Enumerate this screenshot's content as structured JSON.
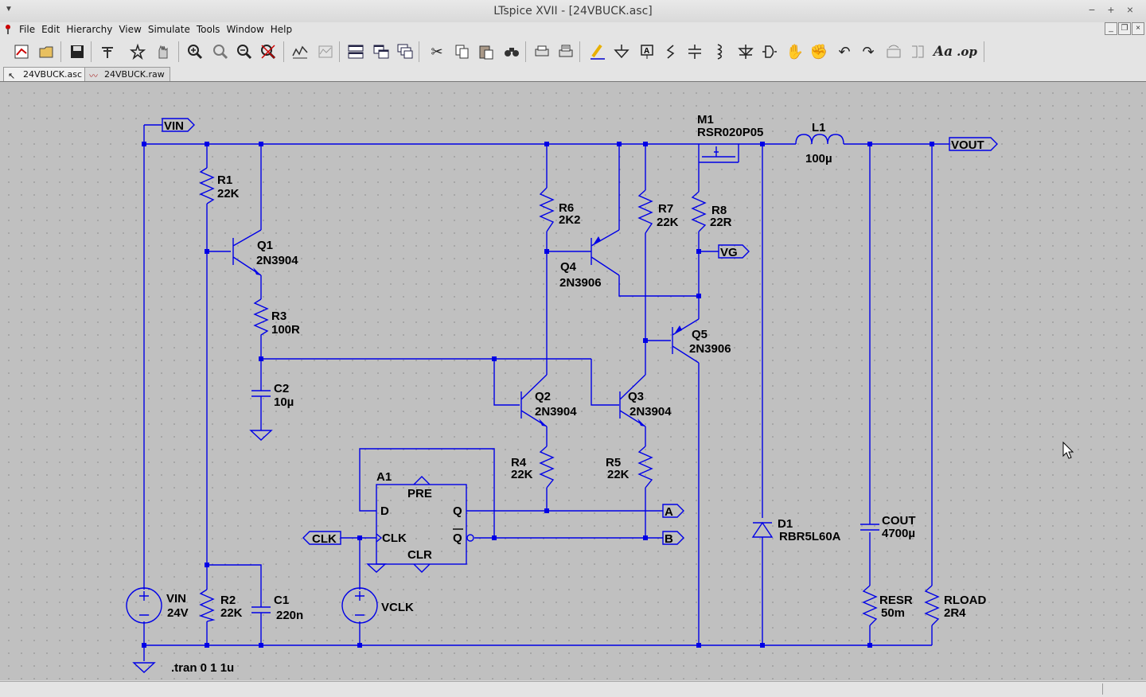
{
  "window": {
    "title": "LTspice XVII - [24VBUCK.asc]",
    "controls": [
      "−",
      "+",
      "×"
    ]
  },
  "menu": {
    "items": [
      "File",
      "Edit",
      "Hierarchy",
      "View",
      "Simulate",
      "Tools",
      "Window",
      "Help"
    ]
  },
  "toolbar": {
    "icons": [
      "new-schematic-icon",
      "open-icon",
      "save-icon",
      "control-panel-icon",
      "run-icon",
      "halt-icon",
      "zoom-in-icon",
      "zoom-pan-icon",
      "zoom-out-icon",
      "zoom-fit-icon",
      "autorange-icon",
      "waveform-icon",
      "tile-horizontal-icon",
      "tile-vertical-icon",
      "cascade-icon",
      "cut-icon",
      "copy-icon",
      "paste-icon",
      "find-icon",
      "print-setup-icon",
      "print-icon",
      "draw-wire-icon",
      "ground-icon",
      "label-net-icon",
      "resistor-icon",
      "capacitor-icon",
      "inductor-icon",
      "diode-icon",
      "component-icon",
      "move-icon",
      "drag-icon",
      "undo-icon",
      "redo-icon",
      "rotate-icon",
      "mirror-icon",
      "text-icon",
      "spice-directive-icon"
    ]
  },
  "tabs": [
    {
      "label": "24VBUCK.asc",
      "icon": "schematic-icon",
      "active": true
    },
    {
      "label": "24VBUCK.raw",
      "icon": "waveform-icon",
      "active": false
    }
  ],
  "schematic": {
    "net_labels": {
      "vin": "VIN",
      "vout": "VOUT",
      "vg": "VG",
      "clk": "CLK",
      "a": "A",
      "b": "B"
    },
    "components": {
      "R1": {
        "name": "R1",
        "value": "22K"
      },
      "Q1": {
        "name": "Q1",
        "value": "2N3904"
      },
      "R3": {
        "name": "R3",
        "value": "100R"
      },
      "C2": {
        "name": "C2",
        "value": "10µ"
      },
      "R6": {
        "name": "R6",
        "value": "2K2"
      },
      "Q4": {
        "name": "Q4",
        "value": "2N3906"
      },
      "R7": {
        "name": "R7",
        "value": "22K"
      },
      "R8": {
        "name": "R8",
        "value": "22R"
      },
      "M1": {
        "name": "M1",
        "value": "RSR020P05"
      },
      "L1": {
        "name": "L1",
        "value": "100µ"
      },
      "Q5": {
        "name": "Q5",
        "value": "2N3906"
      },
      "Q2": {
        "name": "Q2",
        "value": "2N3904"
      },
      "Q3": {
        "name": "Q3",
        "value": "2N3904"
      },
      "R4": {
        "name": "R4",
        "value": "22K"
      },
      "R5": {
        "name": "R5",
        "value": "22K"
      },
      "A1": {
        "name": "A1",
        "pins": {
          "pre": "PRE",
          "d": "D",
          "q": "Q",
          "clk": "CLK",
          "qbar": "Q",
          "clr": "CLR"
        }
      },
      "D1": {
        "name": "D1",
        "value": "RBR5L60A"
      },
      "COUT": {
        "name": "COUT",
        "value": "4700µ"
      },
      "VIN": {
        "name": "VIN",
        "value": "24V"
      },
      "R2": {
        "name": "R2",
        "value": "22K"
      },
      "C1": {
        "name": "C1",
        "value": "220n"
      },
      "VCLK": {
        "name": "VCLK"
      },
      "RESR": {
        "name": "RESR",
        "value": "50m"
      },
      "RLOAD": {
        "name": "RLOAD",
        "value": "2R4"
      }
    },
    "directive": ".tran 0 1 1u"
  },
  "colors": {
    "wire": "#0000e6",
    "canvas": "#c0c0c0",
    "grid_dot": "#5a5a5a"
  }
}
